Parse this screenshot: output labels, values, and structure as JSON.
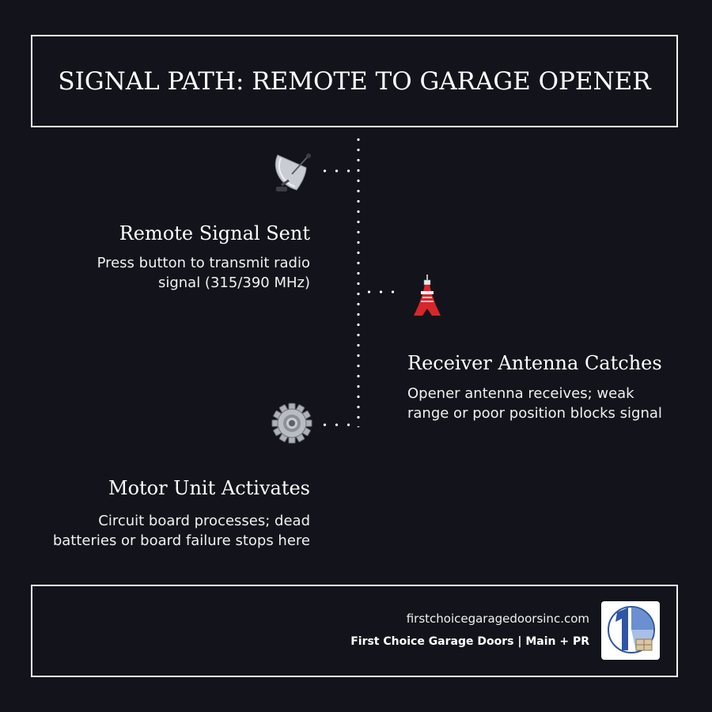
{
  "header": {
    "title": "SIGNAL PATH: REMOTE TO GARAGE OPENER"
  },
  "steps": [
    {
      "icon": "satellite-dish-icon",
      "title": "Remote Signal Sent",
      "desc_lines": [
        "Press button to transmit radio",
        "signal (315/390 MHz)"
      ]
    },
    {
      "icon": "radio-tower-icon",
      "title": "Receiver Antenna Catches",
      "desc_lines": [
        "Opener antenna receives; weak",
        "range or poor position blocks signal"
      ]
    },
    {
      "icon": "gear-icon",
      "title": "Motor Unit Activates",
      "desc_lines": [
        "Circuit board processes; dead",
        "batteries or board failure stops here"
      ]
    }
  ],
  "footer": {
    "url": "firstchoicegaragedoorsinc.com",
    "name": "First Choice Garage Doors | Main + PR",
    "logo_icon": "company-logo"
  },
  "colors": {
    "background": "#13141b",
    "text": "#ffffff",
    "tower_red": "#d8262b",
    "logo_blue": "#2f55a4"
  }
}
